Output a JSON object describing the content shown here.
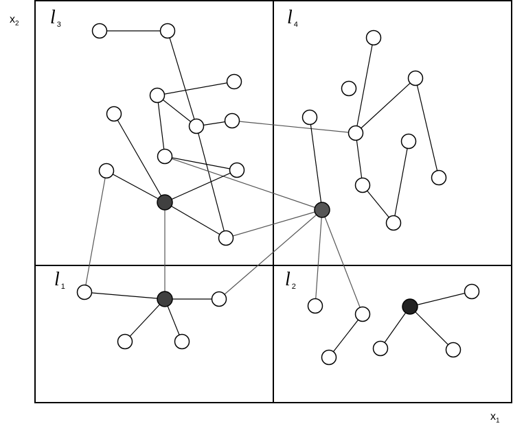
{
  "axes": {
    "x": {
      "main": "x",
      "sub": "1"
    },
    "y": {
      "main": "x",
      "sub": "2"
    }
  },
  "regions": [
    {
      "id": "l3",
      "main": "l",
      "sub": "3"
    },
    {
      "id": "l4",
      "main": "l",
      "sub": "4"
    },
    {
      "id": "l1",
      "main": "l",
      "sub": "1"
    },
    {
      "id": "l2",
      "main": "l",
      "sub": "2"
    }
  ],
  "colors": {
    "node_fill": "#ffffff",
    "hub_dark": "#404040",
    "hub_gray": "#555555",
    "hub_black": "#222222",
    "edge_black": "#000000",
    "edge_gray": "#555555"
  },
  "graph": {
    "nodes": [
      {
        "id": "n1",
        "kind": "open"
      },
      {
        "id": "n2",
        "kind": "open"
      },
      {
        "id": "n3",
        "kind": "open"
      },
      {
        "id": "n4",
        "kind": "open"
      },
      {
        "id": "n5",
        "kind": "open"
      },
      {
        "id": "n6",
        "kind": "open"
      },
      {
        "id": "n7",
        "kind": "open"
      },
      {
        "id": "n8",
        "kind": "open"
      },
      {
        "id": "n9",
        "kind": "open"
      },
      {
        "id": "n10",
        "kind": "open"
      },
      {
        "id": "n11",
        "kind": "hub_dark"
      },
      {
        "id": "n12",
        "kind": "open"
      },
      {
        "id": "n13",
        "kind": "open"
      },
      {
        "id": "n14",
        "kind": "open"
      },
      {
        "id": "n15",
        "kind": "open"
      },
      {
        "id": "n16",
        "kind": "open"
      },
      {
        "id": "n17",
        "kind": "open"
      },
      {
        "id": "n18",
        "kind": "open"
      },
      {
        "id": "n19",
        "kind": "open"
      },
      {
        "id": "n20",
        "kind": "open"
      },
      {
        "id": "n21",
        "kind": "open"
      },
      {
        "id": "n22",
        "kind": "open"
      },
      {
        "id": "n23",
        "kind": "hub_gray"
      },
      {
        "id": "n24",
        "kind": "open"
      },
      {
        "id": "n25",
        "kind": "hub_dark"
      },
      {
        "id": "n26",
        "kind": "open"
      },
      {
        "id": "n27",
        "kind": "open"
      },
      {
        "id": "n28",
        "kind": "open"
      },
      {
        "id": "n29",
        "kind": "open"
      },
      {
        "id": "n30",
        "kind": "open"
      },
      {
        "id": "n31",
        "kind": "open"
      },
      {
        "id": "n32",
        "kind": "hub_black"
      },
      {
        "id": "n33",
        "kind": "open"
      },
      {
        "id": "n34",
        "kind": "open"
      },
      {
        "id": "n35",
        "kind": "open"
      }
    ],
    "edges": [
      {
        "from": "n1",
        "to": "n2",
        "color": "edge_black"
      },
      {
        "from": "n2",
        "to": "n6",
        "color": "edge_black"
      },
      {
        "from": "n3",
        "to": "n4",
        "color": "edge_black"
      },
      {
        "from": "n4",
        "to": "n6",
        "color": "edge_black"
      },
      {
        "from": "n6",
        "to": "n7",
        "color": "edge_black"
      },
      {
        "from": "n4",
        "to": "n8",
        "color": "edge_black"
      },
      {
        "from": "n6",
        "to": "n12",
        "color": "edge_black"
      },
      {
        "from": "n8",
        "to": "n9",
        "color": "edge_black"
      },
      {
        "from": "n8",
        "to": "n23",
        "color": "edge_gray"
      },
      {
        "from": "n5",
        "to": "n11",
        "color": "edge_black"
      },
      {
        "from": "n10",
        "to": "n11",
        "color": "edge_black"
      },
      {
        "from": "n11",
        "to": "n9",
        "color": "edge_black"
      },
      {
        "from": "n11",
        "to": "n12",
        "color": "edge_black"
      },
      {
        "from": "n11",
        "to": "n25",
        "color": "edge_gray"
      },
      {
        "from": "n10",
        "to": "n24",
        "color": "edge_gray"
      },
      {
        "from": "n24",
        "to": "n25",
        "color": "edge_black"
      },
      {
        "from": "n25",
        "to": "n26",
        "color": "edge_black"
      },
      {
        "from": "n25",
        "to": "n27",
        "color": "edge_black"
      },
      {
        "from": "n25",
        "to": "n28",
        "color": "edge_black"
      },
      {
        "from": "n12",
        "to": "n23",
        "color": "edge_gray"
      },
      {
        "from": "n28",
        "to": "n23",
        "color": "edge_gray"
      },
      {
        "from": "n7",
        "to": "n18",
        "color": "edge_gray"
      },
      {
        "from": "n17",
        "to": "n23",
        "color": "edge_black"
      },
      {
        "from": "n13",
        "to": "n18",
        "color": "edge_black"
      },
      {
        "from": "n15",
        "to": "n18",
        "color": "edge_black"
      },
      {
        "from": "n15",
        "to": "n22",
        "color": "edge_black"
      },
      {
        "from": "n18",
        "to": "n20",
        "color": "edge_black"
      },
      {
        "from": "n20",
        "to": "n21",
        "color": "edge_black"
      },
      {
        "from": "n21",
        "to": "n19",
        "color": "edge_black"
      },
      {
        "from": "n23",
        "to": "n29",
        "color": "edge_gray"
      },
      {
        "from": "n23",
        "to": "n30",
        "color": "edge_gray"
      },
      {
        "from": "n30",
        "to": "n31",
        "color": "edge_black"
      },
      {
        "from": "n32",
        "to": "n33",
        "color": "edge_black"
      },
      {
        "from": "n32",
        "to": "n34",
        "color": "edge_black"
      },
      {
        "from": "n32",
        "to": "n35",
        "color": "edge_black"
      }
    ]
  }
}
